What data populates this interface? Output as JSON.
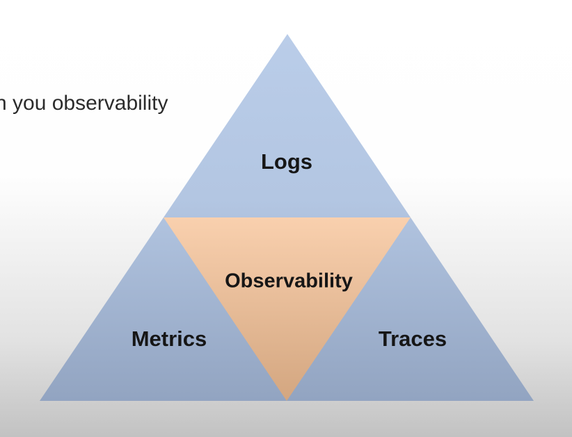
{
  "caption": {
    "text": "n you observability"
  },
  "pyramid": {
    "top_section": {
      "label": "Logs"
    },
    "center_section": {
      "label": "Observability"
    },
    "left_section": {
      "label": "Metrics"
    },
    "right_section": {
      "label": "Traces"
    }
  },
  "colors": {
    "blue_top": "#bacde9",
    "blue_mid": "#b3c6e2",
    "blue_bottom": "#92a4c1",
    "orange_top": "#f9d0ae",
    "orange_bottom": "#d3a680",
    "background_top": "#ffffff",
    "background_bottom": "#c2c2c2",
    "label_text": "#161616"
  }
}
